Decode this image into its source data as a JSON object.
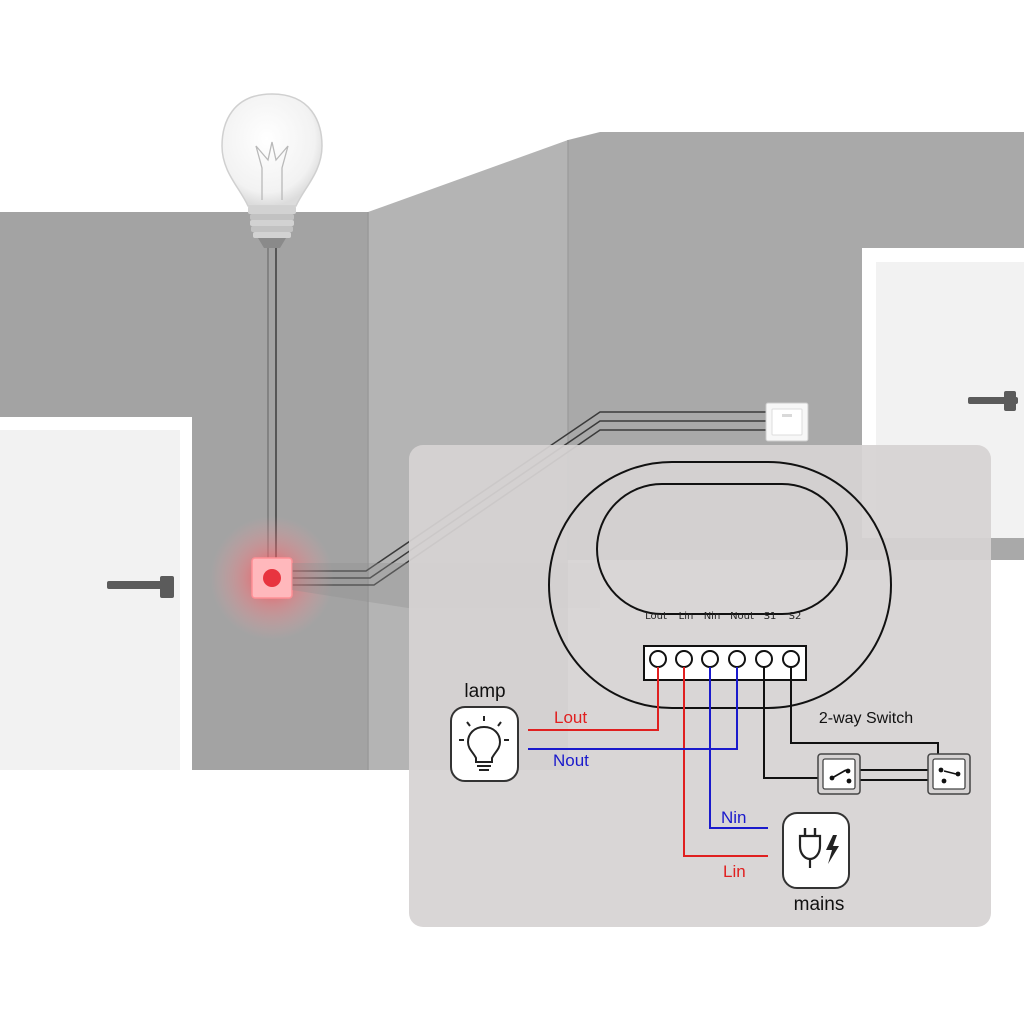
{
  "terminals": [
    "Lout",
    "Lin",
    "Nin",
    "Nout",
    "S1",
    "S2"
  ],
  "wire_labels": {
    "lout": "Lout",
    "nout": "Nout",
    "nin": "Nin",
    "lin": "Lin"
  },
  "device_labels": {
    "lamp": "lamp",
    "mains": "mains",
    "switch": "2-way Switch"
  },
  "colors": {
    "live": "#e02020",
    "neutral": "#1a1acc",
    "switch_wire": "#111111",
    "wall": "#a6a6a6",
    "panel": "#d9d6d6",
    "indicator": "#e8343f"
  },
  "icons": {
    "ceiling_lamp": "light-bulb-icon",
    "lamp_device": "lamp-icon",
    "mains_device": "plug-icon",
    "wall_switch": "wall-switch-icon",
    "door_handle": "door-handle-icon"
  }
}
